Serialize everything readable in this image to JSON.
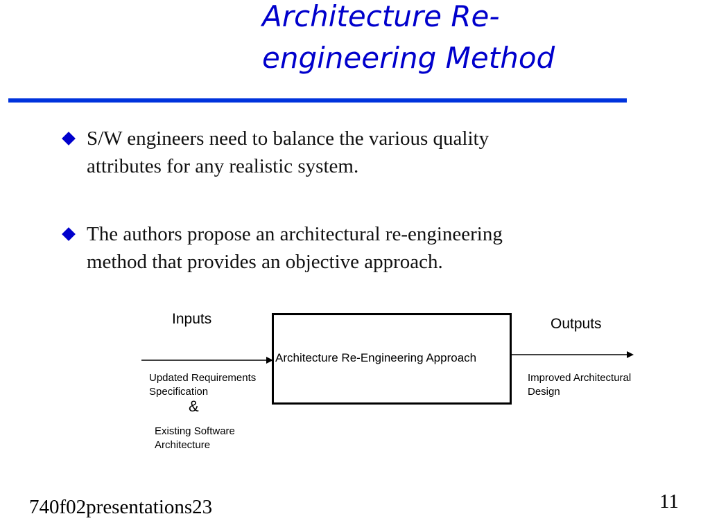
{
  "slide": {
    "title_lines": [
      "Architecture Re-",
      "engineering Method"
    ],
    "bullets": [
      {
        "lines": [
          "S/W engineers need to balance the various quality",
          "attributes for any realistic system."
        ]
      },
      {
        "lines": [
          "The authors propose an architectural re-engineering",
          "method that provides an objective approach."
        ]
      }
    ],
    "accent_color": "#0000cc"
  },
  "diagram": {
    "inputs_label": "Inputs",
    "outputs_label": "Outputs",
    "box_label": "Architecture Re-Engineering Approach",
    "input_items": [
      [
        "Updated Requirements",
        "Specification"
      ],
      [
        "Existing Software",
        "Architecture"
      ]
    ],
    "conjunction": "&",
    "output_items": [
      [
        "Improved Architectural",
        "Design"
      ]
    ]
  },
  "footer": {
    "source": "740f02presentations23",
    "page_number": "11"
  }
}
